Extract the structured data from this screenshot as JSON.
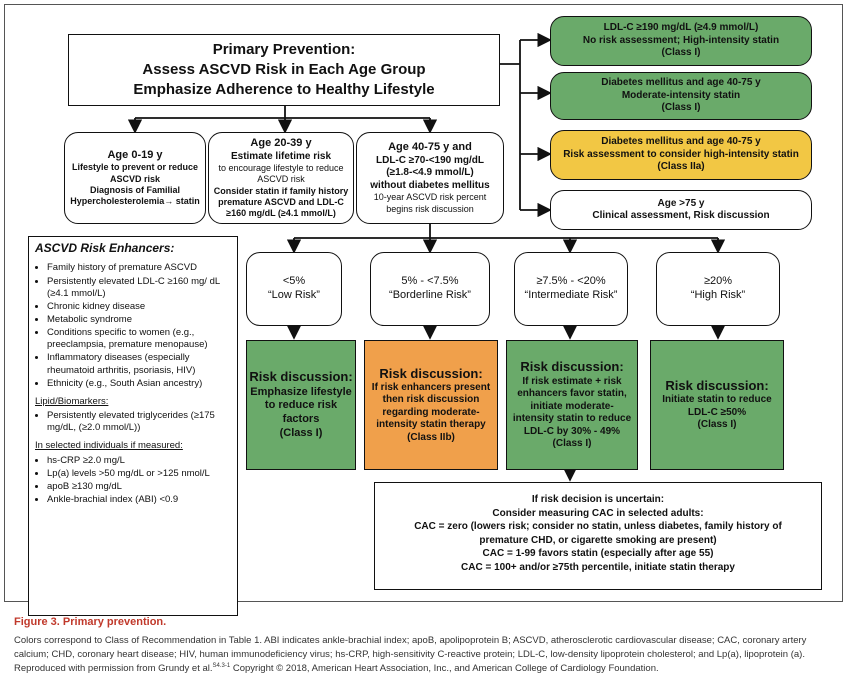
{
  "primary": {
    "line1": "Primary Prevention:",
    "line2": "Assess ASCVD Risk in Each Age Group",
    "line3": "Emphasize Adherence to Healthy Lifestyle"
  },
  "age_groups": [
    {
      "title": "Age 0-19 y",
      "lines": [
        "Lifestyle to prevent or reduce",
        "ASCVD risk",
        "Diagnosis of Familial",
        "Hypercholesterolemia→ statin"
      ]
    },
    {
      "title": "Age 20-39 y",
      "subtitle": "Estimate lifetime risk",
      "lines": [
        "to encourage lifestyle to reduce",
        "ASCVD risk",
        "Consider statin if family history",
        "premature ASCVD and LDL-C",
        "≥160 mg/dL (≥4.1 mmol/L)"
      ]
    },
    {
      "title": "Age 40-75 y and",
      "lines": [
        "LDL-C ≥70-<190 mg/dL",
        "(≥1.8-<4.9 mmol/L)",
        "without diabetes mellitus"
      ],
      "small": [
        "10-year ASCVD risk percent",
        "begins risk discussion"
      ]
    }
  ],
  "right_boxes": [
    {
      "lines": [
        "LDL-C ≥190 mg/dL (≥4.9 mmol/L)",
        "No risk assessment; High-intensity statin",
        "(Class I)"
      ],
      "color": "#6aaa6a"
    },
    {
      "lines": [
        "Diabetes mellitus and age 40-75 y",
        "Moderate-intensity statin",
        "(Class I)"
      ],
      "color": "#6aaa6a"
    },
    {
      "lines": [
        "Diabetes mellitus and age 40-75 y",
        "Risk assessment to consider high-intensity statin",
        "(Class IIa)"
      ],
      "color": "#f2c744"
    },
    {
      "lines": [
        "Age >75 y",
        "Clinical assessment, Risk discussion"
      ],
      "color": "#ffffff"
    }
  ],
  "risk_levels": [
    {
      "pct": "<5%",
      "label": "“Low Risk”"
    },
    {
      "pct": "5% - <7.5%",
      "label": "“Borderline Risk”"
    },
    {
      "pct": "≥7.5% - <20%",
      "label": "“Intermediate Risk”"
    },
    {
      "pct": "≥20%",
      "label": "“High Risk”"
    }
  ],
  "discussions": [
    {
      "head": "Risk discussion:",
      "lines": [
        "Emphasize lifestyle",
        "to reduce risk",
        "factors",
        "(Class I)"
      ],
      "color": "#6aaa6a"
    },
    {
      "head": "Risk discussion:",
      "lines": [
        "If risk enhancers present",
        "then risk discussion",
        "regarding moderate-",
        "intensity statin therapy",
        "(Class IIb)"
      ],
      "color": "#f0a04b"
    },
    {
      "head": "Risk discussion:",
      "lines": [
        "If risk estimate + risk",
        "enhancers favor statin,",
        "initiate moderate-",
        "intensity statin to reduce",
        "LDL-C by 30% - 49%",
        "(Class I)"
      ],
      "color": "#6aaa6a"
    },
    {
      "head": "Risk discussion:",
      "lines": [
        "Initiate statin to reduce",
        "LDL-C ≥50%",
        "(Class I)"
      ],
      "color": "#6aaa6a"
    }
  ],
  "enhancers": {
    "title": "ASCVD Risk Enhancers:",
    "items": [
      "Family history of premature ASCVD",
      "Persistently elevated LDL-C ≥160 mg/ dL (≥4.1 mmol/L)",
      "Chronic kidney disease",
      "Metabolic syndrome",
      "Conditions specific to women (e.g., preeclampsia, premature menopause)",
      "Inflammatory diseases (especially rheumatoid arthritis, psoriasis, HIV)",
      "Ethnicity (e.g., South Asian ancestry)"
    ],
    "lipid_heading": "Lipid/Biomarkers:",
    "lipid_items": [
      "Persistently elevated triglycerides (≥175 mg/dL, (≥2.0 mmol/L))"
    ],
    "measured_heading": "In selected individuals if measured:",
    "measured_items": [
      "hs-CRP ≥2.0 mg/L",
      "Lp(a) levels >50 mg/dL or >125 nmol/L",
      "apoB ≥130 mg/dL",
      "Ankle-brachial index (ABI) <0.9"
    ]
  },
  "cac": {
    "lines": [
      "If risk decision is uncertain:",
      "Consider measuring CAC in selected adults:",
      "CAC = zero (lowers risk; consider no statin, unless diabetes, family history of",
      "premature CHD, or cigarette smoking are present)",
      "CAC = 1-99 favors statin (especially after age 55)",
      "CAC = 100+ and/or ≥75th percentile, initiate statin therapy"
    ]
  },
  "caption": {
    "title": "Figure 3. Primary prevention.",
    "text": "Colors correspond to Class of Recommendation in Table 1. ABI indicates ankle-brachial index; apoB, apolipoprotein B; ASCVD, atherosclerotic cardiovascular disease; CAC, coronary artery calcium; CHD, coronary heart disease; HIV, human immunodeficiency virus; hs-CRP, high-sensitivity C-reactive protein; LDL-C, low-density lipoprotein cholesterol; and Lp(a), lipoprotein (a). Reproduced with permission from Grundy et al.",
    "ref": "S4.3-1",
    "copyright": " Copyright © 2018, American Heart Association, Inc., and American College of Cardiology Foundation."
  }
}
